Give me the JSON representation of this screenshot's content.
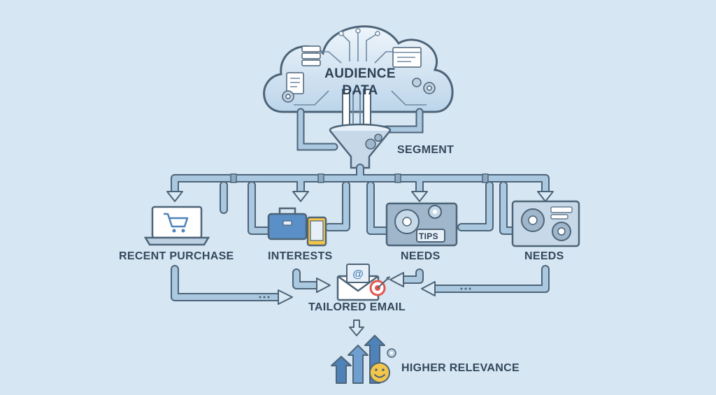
{
  "cloud": {
    "line1": "AUDIENCE",
    "line2": "DATA"
  },
  "funnel_label": "SEGMENT",
  "segments": [
    {
      "label": "RECENT PURCHASE",
      "icon": "laptop-cart-icon"
    },
    {
      "label": "INTERESTS",
      "icon": "briefcase-tablet-icon"
    },
    {
      "label": "NEEDS",
      "icon": "gears-tips-panel-icon"
    },
    {
      "label": "NEEDS",
      "icon": "gears-panel-icon"
    }
  ],
  "tips_badge": "TIPS",
  "email_label": "TAILORED EMAIL",
  "email_icon": "envelope-target-icon",
  "result_label": "HIGHER RELEVANCE",
  "result_icon": "up-arrows-smiley-icon",
  "colors": {
    "background": "#d6e6f3",
    "pipe": "#aac8e0",
    "pipe_outline": "#4d6478",
    "accent_blue": "#4f82b8",
    "target_red": "#e0564f",
    "smiley": "#f3c64a"
  }
}
